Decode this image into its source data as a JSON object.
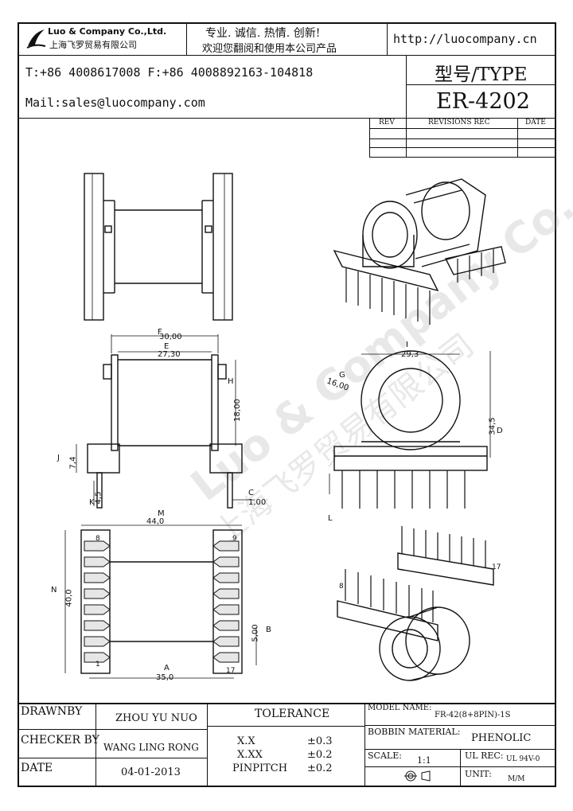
{
  "header": {
    "company_en": "Luo & Company Co.,Ltd.",
    "company_cn": "上海飞罗贸易有限公司",
    "slogan1": "专业. 诚信.  热情.  创新!",
    "slogan2": "欢迎您翻阅和使用本公司产品",
    "url": "http://luocompany.cn",
    "phone_fax": "T:+86 4008617008 F:+86 4008892163-104818",
    "mail": "Mail:sales@luocompany.com",
    "type_label": "型号/TYPE",
    "type_value": "ER-4202"
  },
  "revisions": {
    "col_rev": "REV",
    "col_rec": "REVISIONS REC",
    "col_date": "DATE"
  },
  "drawing": {
    "dims": {
      "F": "30,00",
      "E": "27,30",
      "H": "18,00",
      "J": "7,4",
      "K": "4,5",
      "C": "1,00",
      "I": "29,3",
      "G": "16,00",
      "D": "34,5",
      "M": "44,0",
      "N": "40,0",
      "B": "5,00",
      "A": "35,0"
    },
    "letters": {
      "F": "F",
      "E": "E",
      "H": "H",
      "J": "J",
      "K": "K",
      "C": "C",
      "I": "I",
      "G": "G",
      "D": "D",
      "L": "L",
      "M": "M",
      "N": "N",
      "B": "B",
      "A": "A"
    },
    "pins": {
      "p8": "8",
      "p1": "1",
      "p9": "9",
      "p17": "17",
      "p8b": "8",
      "p17b": "17"
    }
  },
  "watermark": {
    "line1": "Luo & Company Co.,Ltd.",
    "line2": "上海飞罗贸易有限公司"
  },
  "title_block": {
    "drawn_by_label": "DRAWNBY",
    "drawn_by_value": "ZHOU YU NUO",
    "checker_label": "CHECKER BY",
    "checker_value": "WANG LING RONG",
    "date_label": "DATE",
    "date_value": "04-01-2013",
    "tolerance_label": "TOLERANCE",
    "tol_rows": [
      {
        "k": "X.X",
        "v": "±0.3"
      },
      {
        "k": "X.XX",
        "v": "±0.2"
      },
      {
        "k": "PINPITCH",
        "v": "±0.2"
      }
    ],
    "model_label": "MODEL NAME:",
    "model_value": "FR-42(8+8PIN)-1S",
    "bobbin_label": "BOBBIN MATERIAL:",
    "bobbin_value": "PHENOLIC",
    "scale_label": "SCALE:",
    "scale_value": "1:1",
    "ul_label": "UL REC:",
    "ul_value": "UL 94V-0",
    "unit_label": "UNIT:",
    "unit_value": "M/M"
  }
}
